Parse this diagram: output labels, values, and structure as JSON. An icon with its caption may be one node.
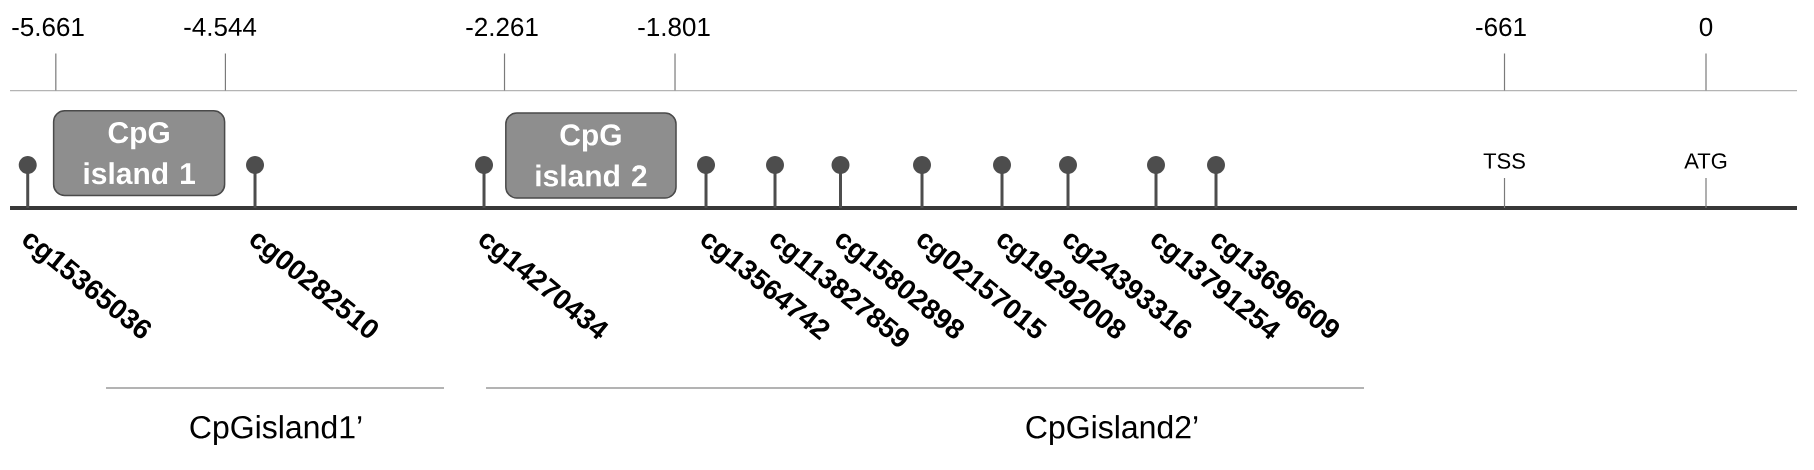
{
  "diagram": {
    "nodes": [
      {
        "text": [
          "CpG island 1"
        ]
      },
      {
        "text": [
          "CpG island 2"
        ]
      }
    ],
    "labels": [
      "-5.661",
      "-4.544",
      "-2.261",
      "-1.801",
      "-661",
      "0",
      "TSS",
      "ATG",
      "cg15365036",
      "cg00282510",
      "cg14270434",
      "cg13564742",
      "cg113827859",
      "cg15802898",
      "cg02157015",
      "cg19292008",
      "cg24393316",
      "cg13791254",
      "cg13696609",
      "CpGisland1’",
      "CpGisland2’"
    ]
  }
}
